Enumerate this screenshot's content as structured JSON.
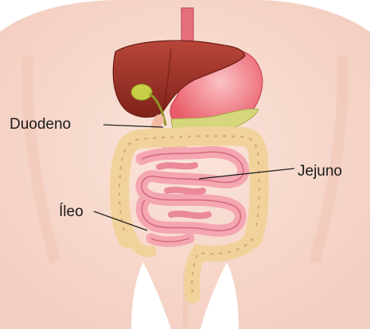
{
  "labels": {
    "duodeno": "Duodeno",
    "jejuno": "Jejuno",
    "ileo": "Íleo"
  },
  "colors": {
    "skin": "#f9ddd2",
    "skin_shadow": "#efc3b2",
    "liver": "#a8382e",
    "liver_dark": "#7c2119",
    "stomach": "#f0747f",
    "stomach_light": "#f9b3b6",
    "gallbladder": "#c9d24a",
    "pancreas": "#d7d680",
    "colon": "#f3d7a2",
    "colon_dark": "#e2b36f",
    "small_intestine": "#f5a8b3",
    "small_intestine_dark": "#d9707f",
    "esophagus": "#e76d7a",
    "leader_line": "#222222"
  },
  "icons": [
    "torso-figure",
    "liver-organ",
    "stomach-organ",
    "gallbladder-organ",
    "colon-organ",
    "small-intestine-organ",
    "rectum-organ"
  ]
}
